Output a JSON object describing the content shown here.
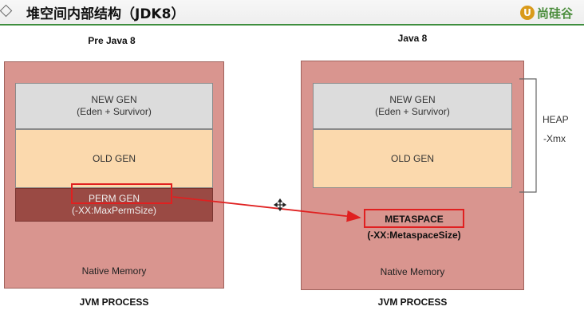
{
  "header": {
    "title": "堆空间内部结构（JDK8）",
    "logo_mark": "U",
    "logo_text": "尚硅谷"
  },
  "left": {
    "title": "Pre Java 8",
    "new_gen": {
      "line1": "NEW GEN",
      "line2": "(Eden + Survivor)"
    },
    "old_gen": "OLD GEN",
    "perm_gen": {
      "line1": "PERM GEN",
      "line2": "(-XX:MaxPermSize)"
    },
    "native_memory": "Native Memory",
    "footer": "JVM PROCESS"
  },
  "right": {
    "title": "Java 8",
    "new_gen": {
      "line1": "NEW GEN",
      "line2": "(Eden + Survivor)"
    },
    "old_gen": "OLD GEN",
    "metaspace": {
      "line1": "METASPACE",
      "line2": "(-XX:MetaspaceSize)"
    },
    "native_memory": "Native Memory",
    "footer": "JVM PROCESS",
    "heap": {
      "line1": "HEAP",
      "line2": "-Xmx"
    }
  },
  "colors": {
    "process": "#d9958f",
    "new_gen": "#dcdcdc",
    "old_gen": "#fbd9ad",
    "perm_gen": "#9a4a44",
    "highlight": "#e02020",
    "accent_bar": "#3e8e3e"
  }
}
